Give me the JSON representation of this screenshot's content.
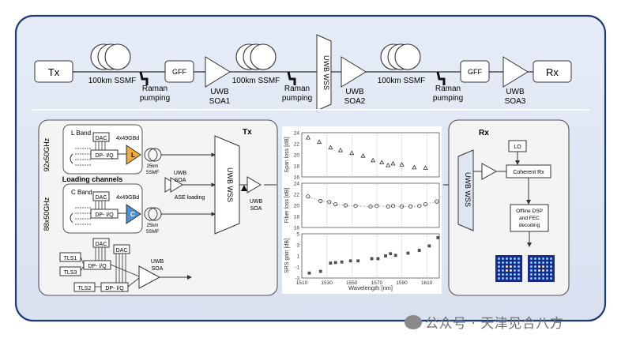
{
  "top": {
    "tx": "Tx",
    "rx": "Rx",
    "span1": "100km SSMF",
    "span2": "100km SSMF",
    "span3": "100km SSMF",
    "raman1": [
      "Raman",
      "pumping"
    ],
    "raman2": [
      "Raman",
      "pumping"
    ],
    "raman3": [
      "Raman",
      "pumping"
    ],
    "gff1": "GFF",
    "gff2": "GFF",
    "wss": "UWB WSS",
    "soa1": [
      "UWB",
      "SOA1"
    ],
    "soa2": [
      "UWB",
      "SOA2"
    ],
    "soa3": [
      "UWB",
      "SOA3"
    ]
  },
  "tx_panel": {
    "title": "Tx",
    "lband": {
      "label": "L Band",
      "grid": "92x50GHz",
      "dac": "DAC",
      "baud": "4x49GBd",
      "mod": "DP- I/Q",
      "amp": "L",
      "fiber": [
        "25km",
        "SSMF"
      ]
    },
    "loading": "Loading channels",
    "cband": {
      "label": "C Band",
      "grid": "88x50GHz",
      "dac": "DAC",
      "baud": "4x49GBd",
      "mod": "DP- I/Q",
      "amp": "C",
      "fiber": [
        "25km",
        "SSMF"
      ]
    },
    "ase_soa": [
      "UWB",
      "SOA"
    ],
    "ase_loading": "ASE loading",
    "wss": "UWB WSS",
    "out_soa": [
      "UWB",
      "SOA"
    ],
    "bottom_soa": [
      "UWB",
      "SOA"
    ],
    "tls1": "TLS1",
    "tls3": "TLS3",
    "tls2": "TLS2",
    "dac_a": "DAC",
    "dac_b": "DAC",
    "mod_a": "DP- I/Q",
    "mod_b": "DP- I/Q"
  },
  "rx_panel": {
    "title": "Rx",
    "lo": "LO",
    "wss": "UWB WSS",
    "coherent": "Coherent Rx",
    "dsp": [
      "Offline DSP",
      "and FEC",
      "decoding"
    ]
  },
  "chart_data": [
    {
      "type": "scatter",
      "ylabel": "Span loss [dB]",
      "ylim": [
        16,
        24
      ],
      "yticks": [
        16,
        18,
        20,
        22,
        24
      ],
      "xlim": [
        1510,
        1620
      ],
      "marker": "triangle",
      "x": [
        1515,
        1524,
        1533,
        1541,
        1550,
        1559,
        1567,
        1574,
        1579,
        1583,
        1590,
        1600,
        1609
      ],
      "y": [
        23.1,
        22.3,
        21.3,
        20.8,
        20.3,
        19.8,
        19.0,
        18.6,
        18.1,
        18.4,
        18.2,
        17.7,
        17.6
      ]
    },
    {
      "type": "scatter",
      "ylabel": "Fiber loss [dB]",
      "ylim": [
        16,
        24
      ],
      "yticks": [
        16,
        18,
        20,
        22,
        24
      ],
      "xlim": [
        1510,
        1620
      ],
      "marker": "circle",
      "x": [
        1515,
        1525,
        1532,
        1537,
        1545,
        1553,
        1565,
        1570,
        1579,
        1583,
        1590,
        1597,
        1604,
        1609,
        1618
      ],
      "y": [
        21.6,
        20.8,
        20.6,
        20.2,
        20.0,
        19.9,
        19.8,
        19.9,
        19.8,
        19.9,
        19.8,
        19.8,
        19.9,
        20.2,
        20.7
      ]
    },
    {
      "type": "scatter",
      "ylabel": "SRS gain [dB]",
      "xlabel": "Wavelength [nm]",
      "ylim": [
        -3,
        5
      ],
      "yticks": [
        -3,
        -1,
        1,
        3,
        5
      ],
      "xlim": [
        1510,
        1620
      ],
      "xticks": [
        1510,
        1530,
        1550,
        1570,
        1590,
        1610
      ],
      "marker": "square",
      "x": [
        1516,
        1525,
        1533,
        1537,
        1542,
        1549,
        1555,
        1566,
        1571,
        1577,
        1581,
        1585,
        1595,
        1604,
        1612,
        1619
      ],
      "y": [
        -2.1,
        -1.8,
        -0.3,
        -0.2,
        -0.1,
        0.1,
        0.1,
        0.5,
        0.5,
        1.0,
        1.4,
        1.1,
        1.5,
        2.0,
        2.8,
        4.3
      ]
    }
  ],
  "watermark": "公众号 · 天津见合八方"
}
